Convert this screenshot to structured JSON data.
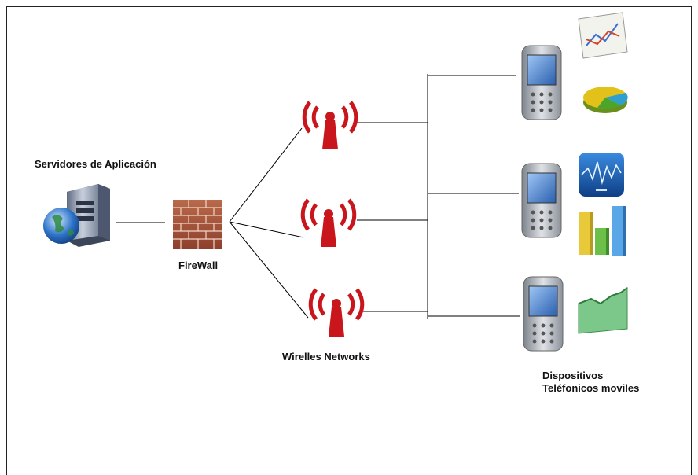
{
  "labels": {
    "servers": "Servidores de Aplicación",
    "firewall": "FireWall",
    "wireless": "Wirelles Networks",
    "devices_line1": "Dispositivos",
    "devices_line2": "Teléfonicos moviles"
  },
  "icons": {
    "server": "server-globe-icon",
    "firewall": "brick-wall-icon",
    "antenna": "wireless-antenna-icon",
    "phone": "smartphone-icon",
    "apps": [
      "line-chart-app-icon",
      "pie-chart-app-icon",
      "waveform-app-icon",
      "bar-chart-app-icon",
      "area-chart-app-icon"
    ]
  },
  "colors": {
    "antenna": "#c8161c",
    "brick": "#a8523a",
    "phone": "#9ea4ad",
    "line": "#000000"
  }
}
